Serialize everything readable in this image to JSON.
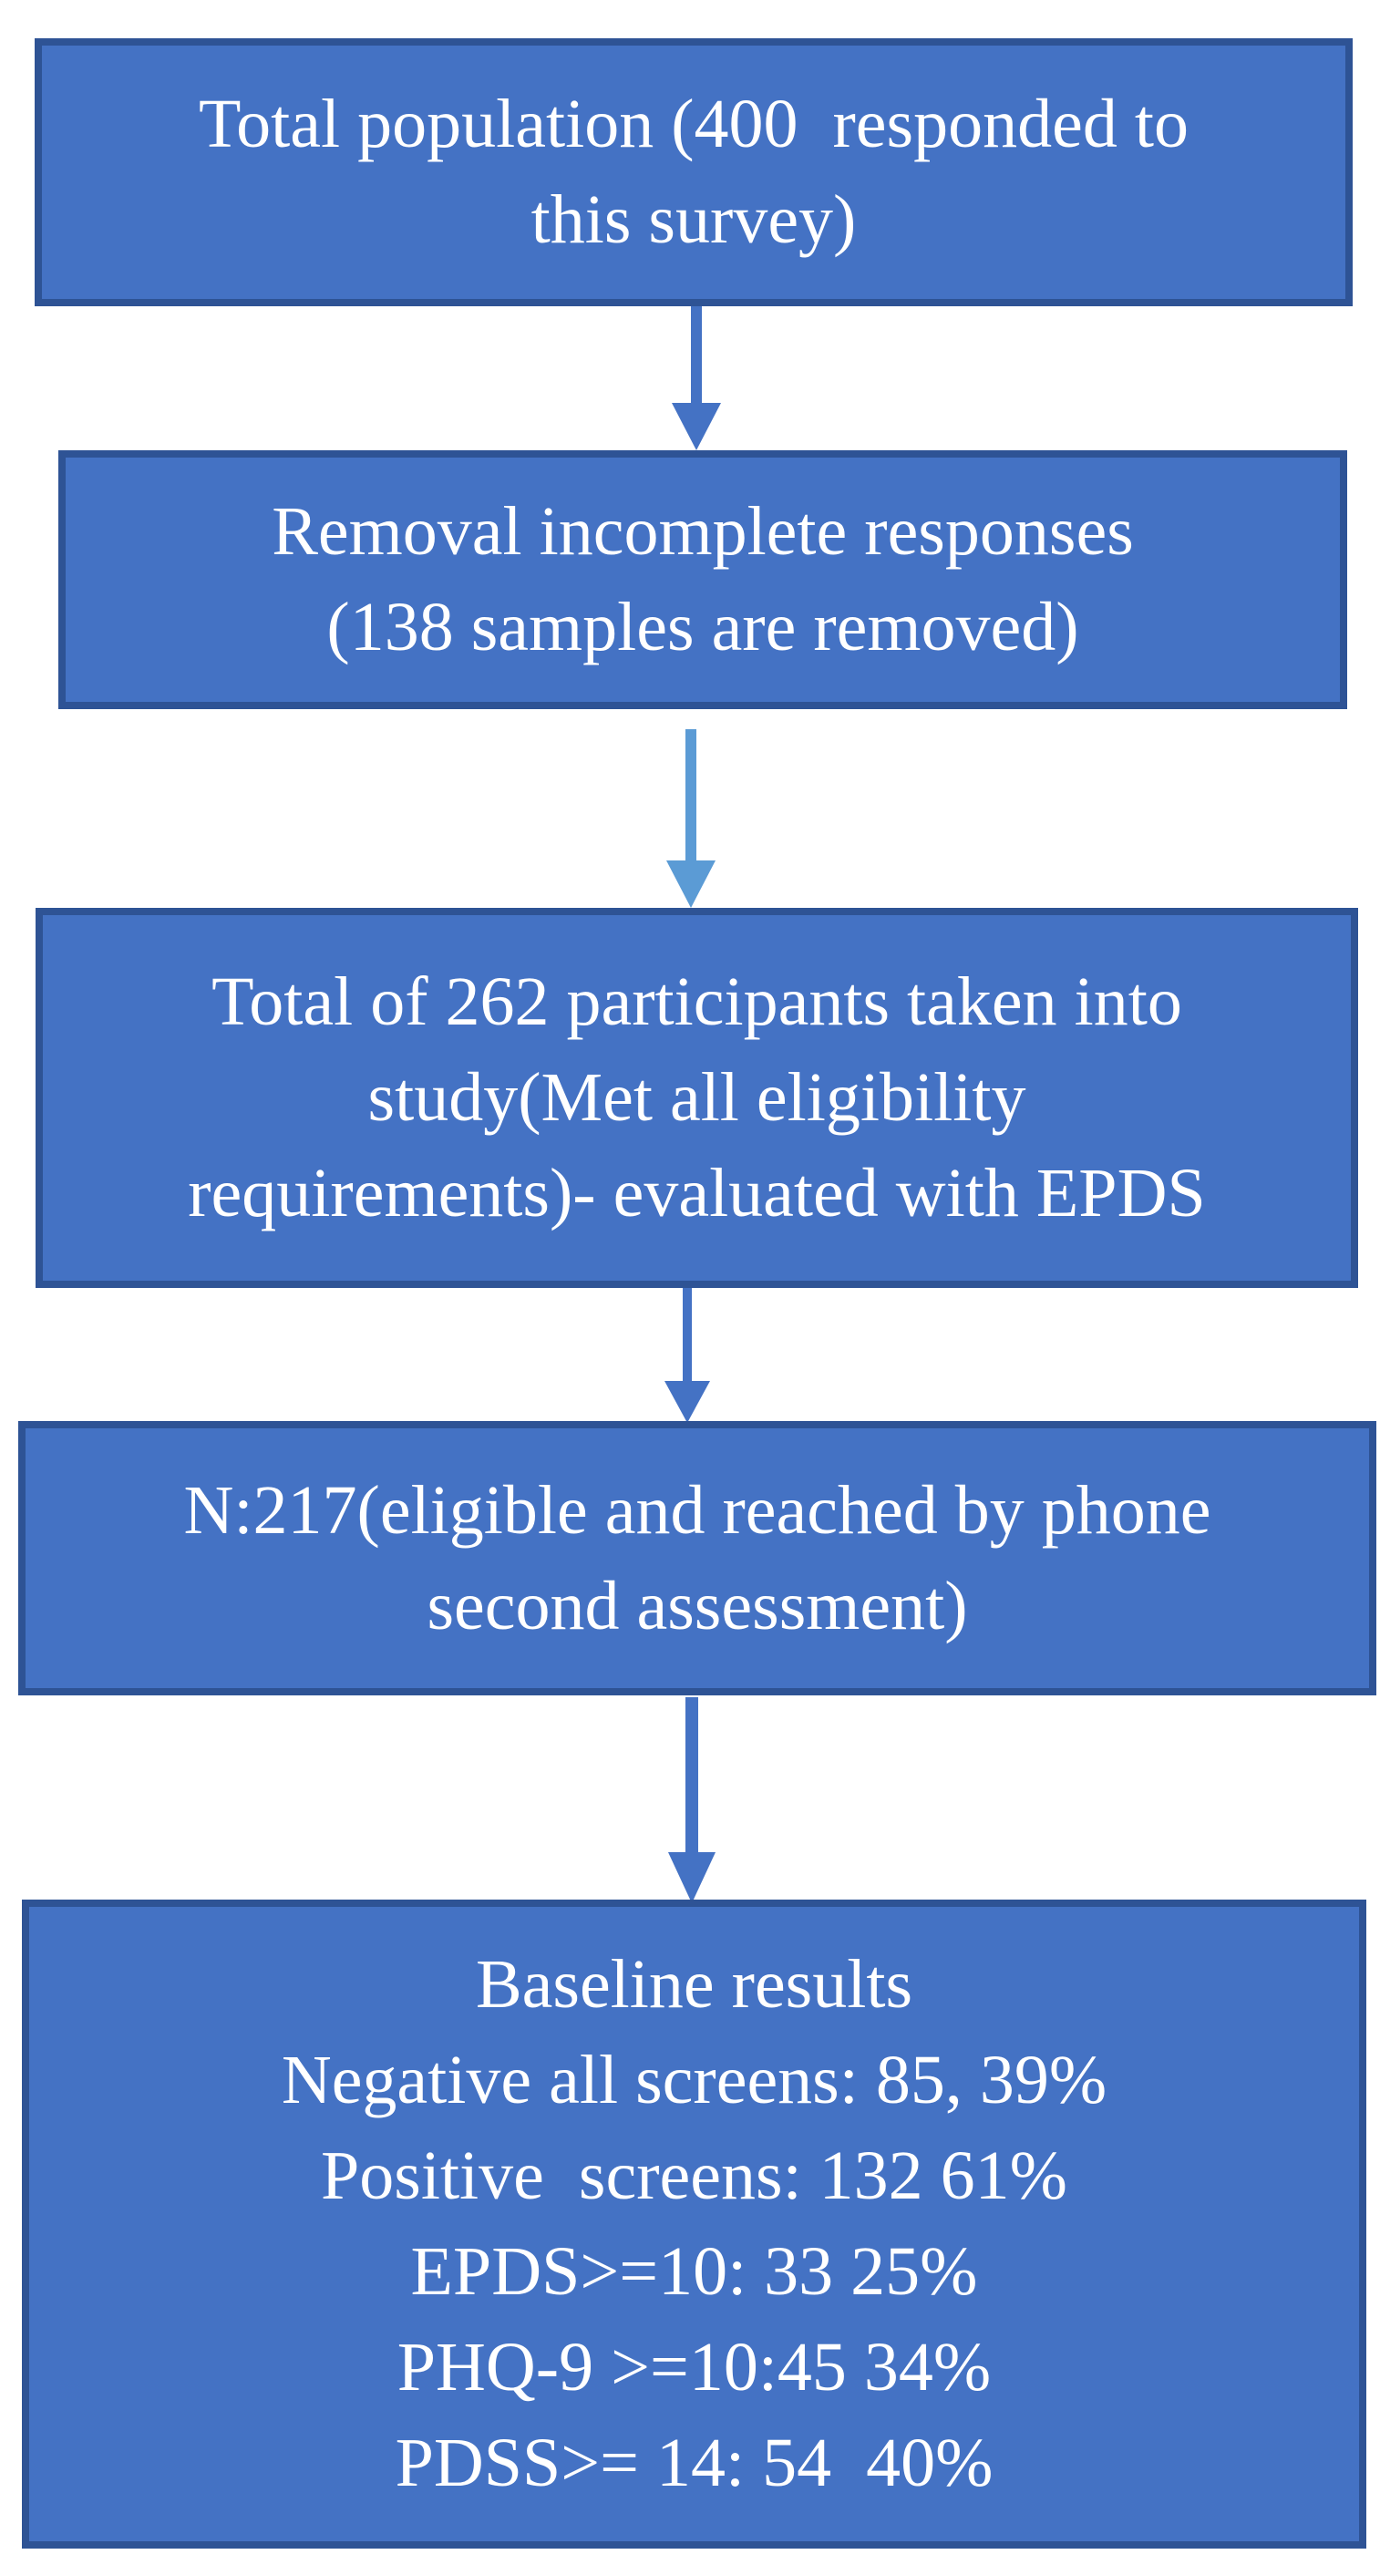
{
  "figure": {
    "type": "flowchart",
    "description": "Survey participant flow diagram"
  },
  "colors": {
    "background": "#FFFFFF",
    "box-fill": "#4472C4",
    "box-border": "#2E5395",
    "arrow-primary": "#4472C4",
    "arrow-light": "#5B9BD5",
    "text": "#FFFFFF"
  },
  "boxes": [
    {
      "id": "total-population",
      "lines": [
        "Total population (400  responded to",
        "this survey)"
      ]
    },
    {
      "id": "removal-incomplete",
      "lines": [
        "Removal incomplete responses",
        "(138 samples are removed)"
      ]
    },
    {
      "id": "participants-262",
      "lines": [
        "Total of 262 participants taken into",
        "study(Met all eligibility",
        "requirements)- evaluated with EPDS"
      ]
    },
    {
      "id": "reached-217",
      "lines": [
        "N:217(eligible and reached by phone",
        "second assessment)"
      ]
    },
    {
      "id": "baseline-results",
      "lines": [
        "Baseline results",
        "Negative all screens: 85, 39%",
        "Positive  screens: 132 61%",
        "EPDS>=10: 33 25%",
        "PHQ-9 >=10:45 34%",
        "PDSS>= 14: 54  40%"
      ]
    }
  ]
}
